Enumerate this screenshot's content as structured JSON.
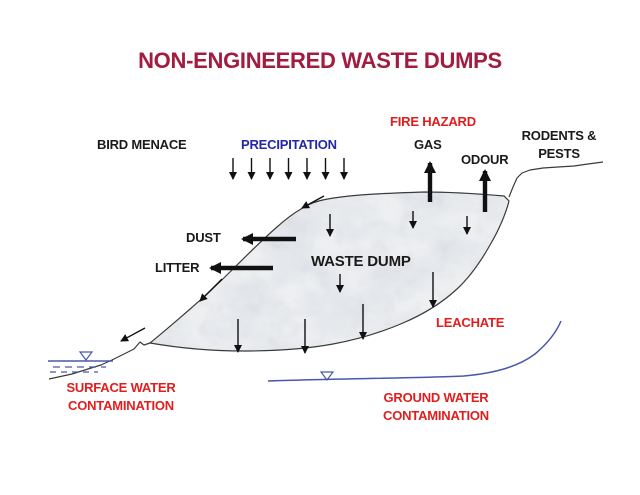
{
  "title": "NON-ENGINEERED WASTE DUMPS",
  "colors": {
    "title_maroon": "#A11C3F",
    "label_red": "#E21D1D",
    "label_blue": "#2328A8",
    "label_black": "#1a1a1a",
    "water_blue": "#4A58AC",
    "dump_fill": "#EDEFF1",
    "dump_mottle": "#B9BEC9",
    "terrain_outline": "#3B3B3B",
    "arrow_black": "#111111"
  },
  "labels": {
    "bird_menace": "BIRD MENACE",
    "precipitation": "PRECIPITATION",
    "fire_hazard": "FIRE HAZARD",
    "gas": "GAS",
    "odour": "ODOUR",
    "rodents_pests": [
      "RODENTS &",
      "PESTS"
    ],
    "dust": "DUST",
    "litter": "LITTER",
    "waste_dump": "WASTE DUMP",
    "leachate": "LEACHATE",
    "surface_water": [
      "SURFACE WATER",
      "CONTAMINATION"
    ],
    "ground_water": [
      "GROUND WATER",
      "CONTAMINATION"
    ]
  },
  "icons": {
    "water_level_marker": "inverted-open-triangle",
    "precipitation_arrow_count": 7
  }
}
